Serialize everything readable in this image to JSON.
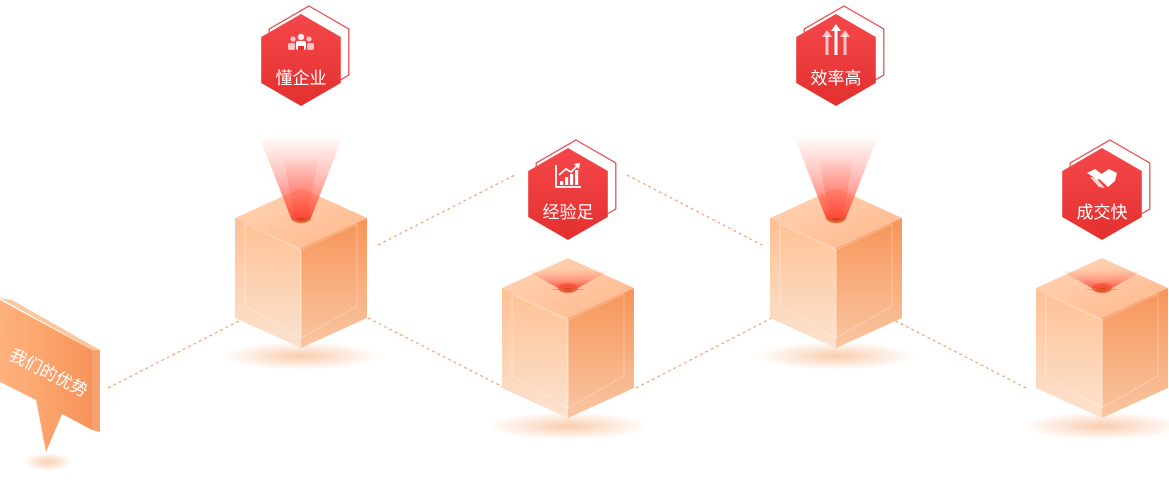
{
  "intro_sign": {
    "label": "我们的优势"
  },
  "nodes": [
    {
      "label": "懂企业",
      "icon": "team-icon"
    },
    {
      "label": "经验足",
      "icon": "growth-chart-icon"
    },
    {
      "label": "效率高",
      "icon": "up-arrows-icon"
    },
    {
      "label": "成交快",
      "icon": "handshake-icon"
    }
  ],
  "colors": {
    "hexagon": "#ef3e40",
    "hexagon_outline": "#e8474a",
    "cube_top": "#ffc49c",
    "cube_left": "#fbb081",
    "cube_right": "#f79a63",
    "connector": "#f6a77f",
    "beam": "#ff5a4e"
  }
}
